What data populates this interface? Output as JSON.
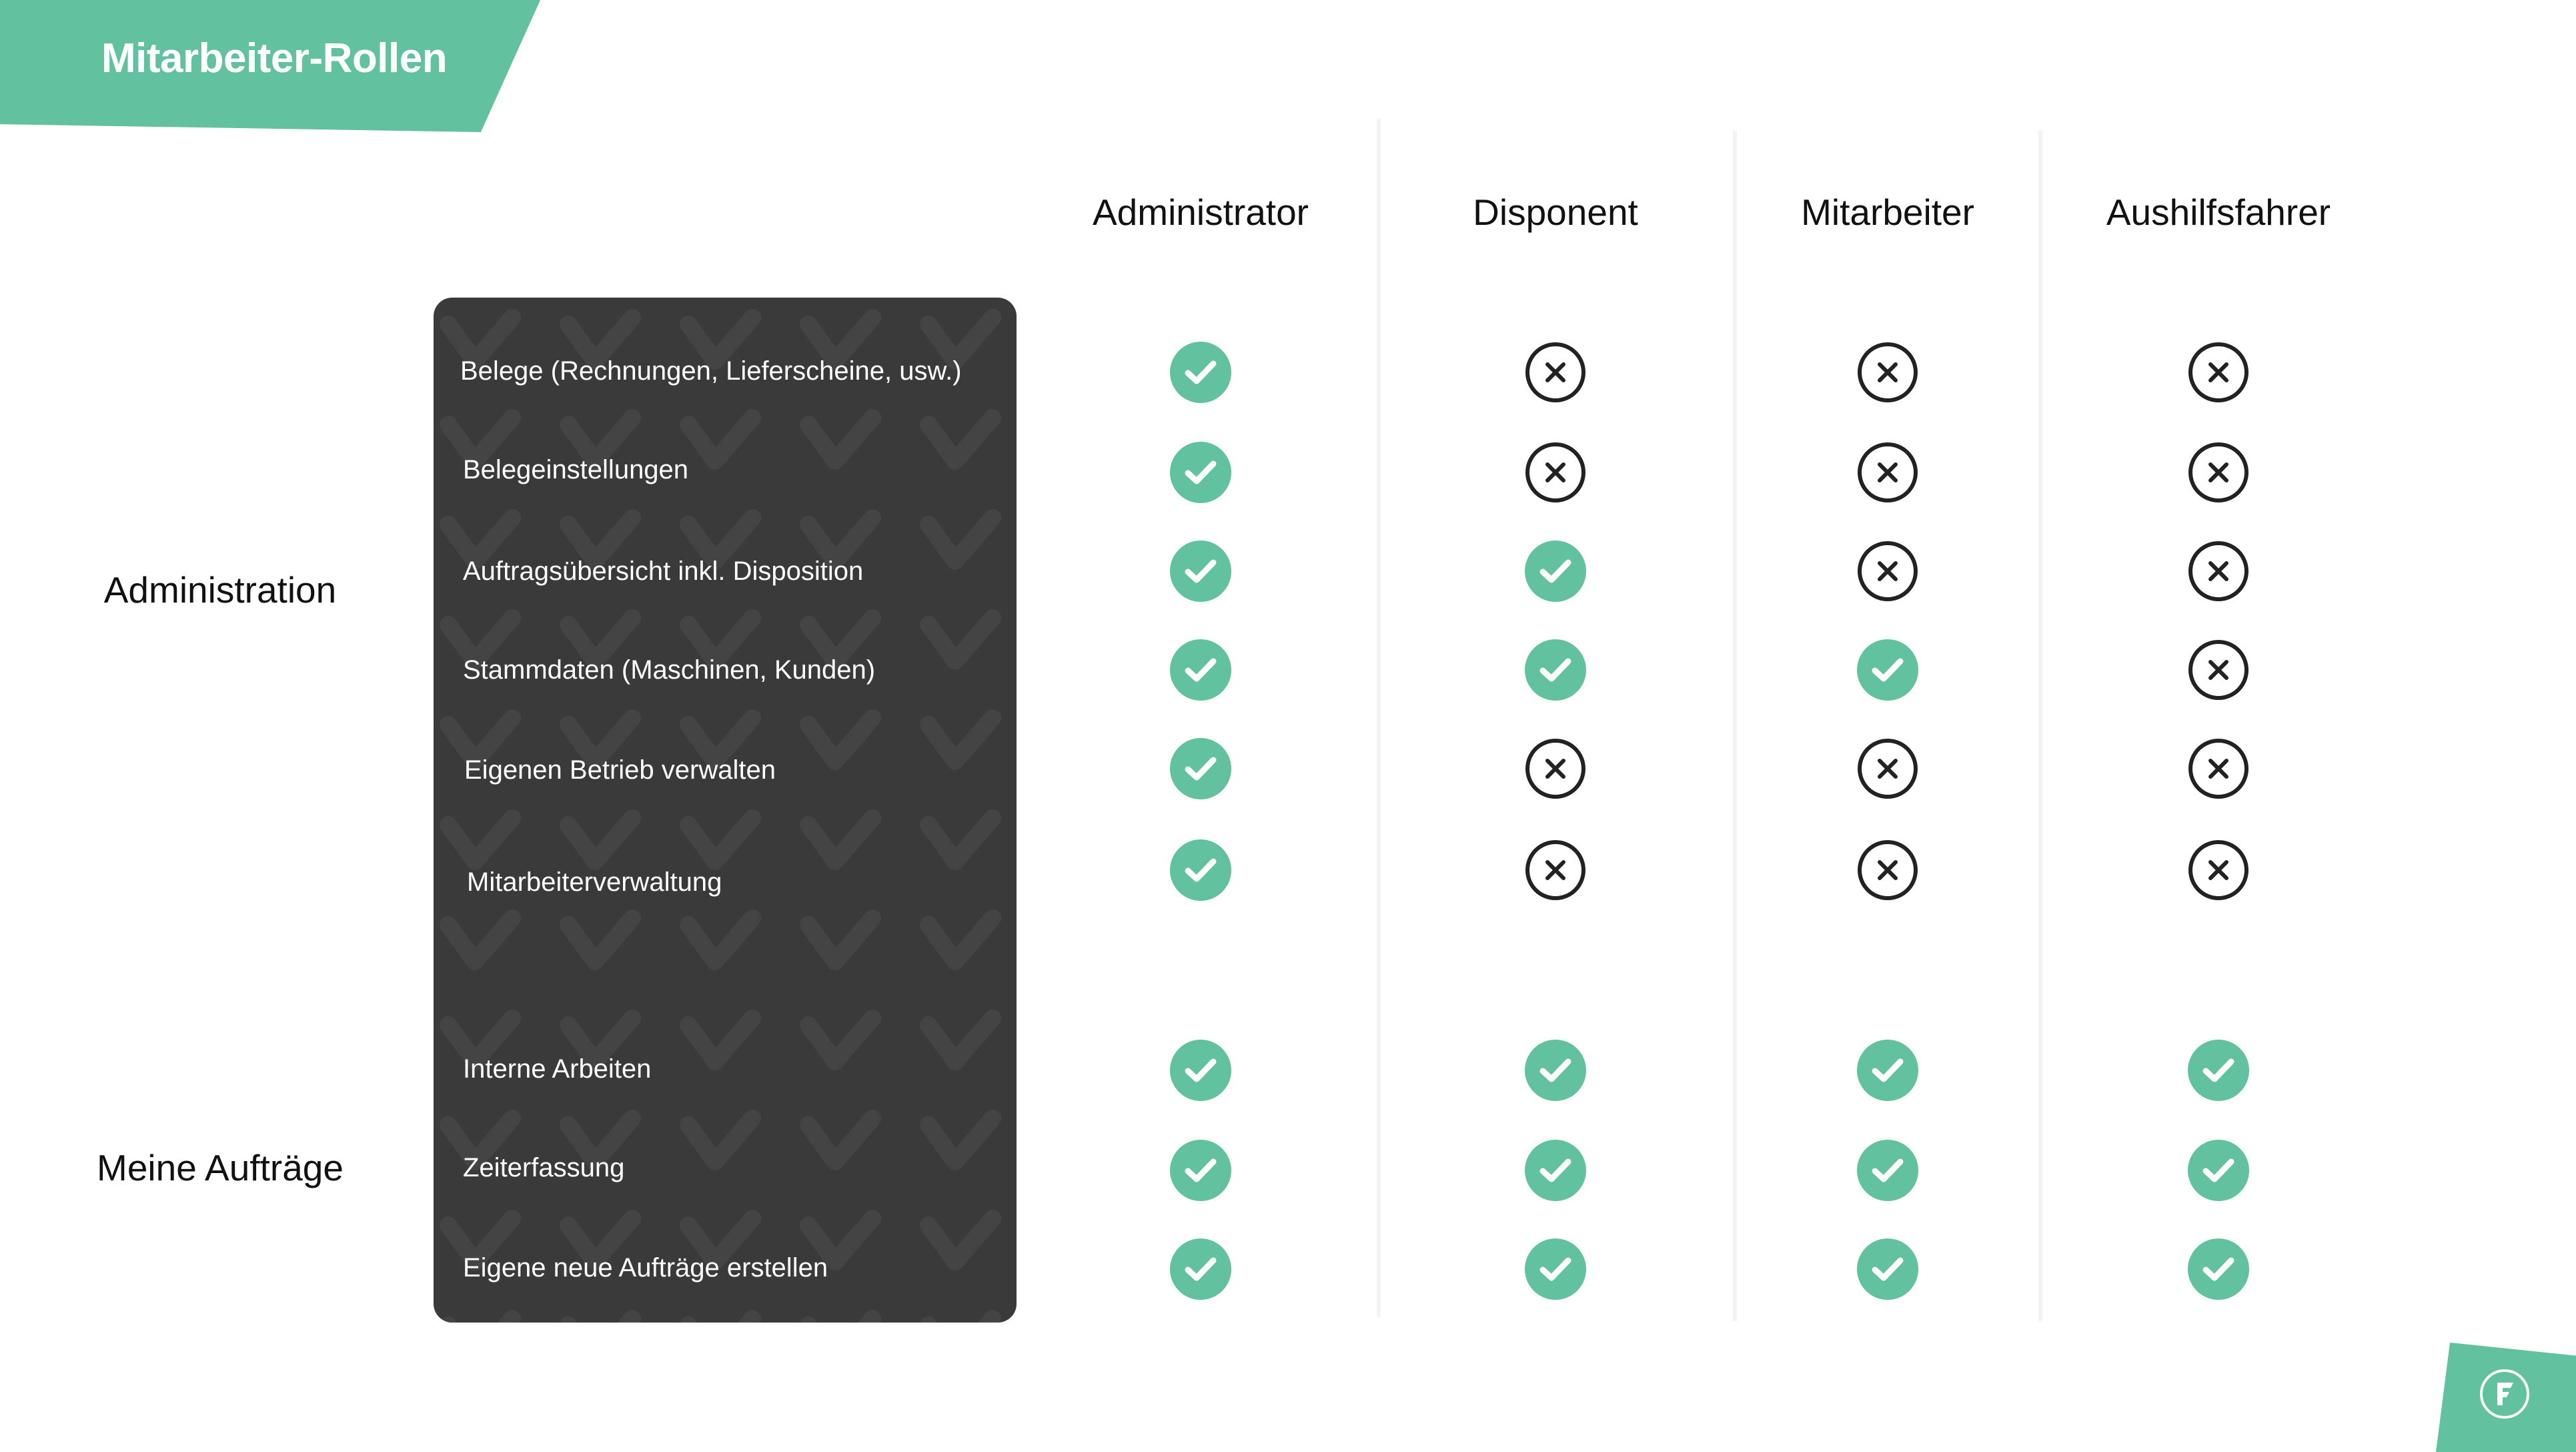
{
  "title": "Mitarbeiter-Rollen",
  "roles": [
    {
      "key": "administrator",
      "label": "Administrator"
    },
    {
      "key": "disponent",
      "label": "Disponent"
    },
    {
      "key": "mitarbeiter",
      "label": "Mitarbeiter"
    },
    {
      "key": "aushilfsfahrer",
      "label": "Aushilfsfahrer"
    }
  ],
  "sections": [
    {
      "label": "Administration",
      "features": [
        {
          "label": "Belege (Rechnungen, Lieferscheine, usw.)",
          "permissions": [
            true,
            false,
            false,
            false
          ]
        },
        {
          "label": "Belegeinstellungen",
          "permissions": [
            true,
            false,
            false,
            false
          ]
        },
        {
          "label": "Auftragsübersicht inkl. Disposition",
          "permissions": [
            true,
            true,
            false,
            false
          ]
        },
        {
          "label": "Stammdaten (Maschinen, Kunden)",
          "permissions": [
            true,
            true,
            true,
            false
          ]
        },
        {
          "label": "Eigenen Betrieb verwalten",
          "permissions": [
            true,
            false,
            false,
            false
          ]
        },
        {
          "label": "Mitarbeiterverwaltung",
          "permissions": [
            true,
            false,
            false,
            false
          ]
        }
      ]
    },
    {
      "label": "Meine Aufträge",
      "features": [
        {
          "label": "Interne Arbeiten",
          "permissions": [
            true,
            true,
            true,
            true
          ]
        },
        {
          "label": "Zeiterfassung",
          "permissions": [
            true,
            true,
            true,
            true
          ]
        },
        {
          "label": "Eigene neue Aufträge erstellen",
          "permissions": [
            true,
            true,
            true,
            true
          ]
        }
      ]
    }
  ],
  "icons": {
    "allowed": "check-circle-icon",
    "denied": "x-circle-icon",
    "brand": "logo-icon"
  },
  "colors": {
    "accent": "#62c19f",
    "panel": "#3a3a3a",
    "denied_stroke": "#222222"
  }
}
